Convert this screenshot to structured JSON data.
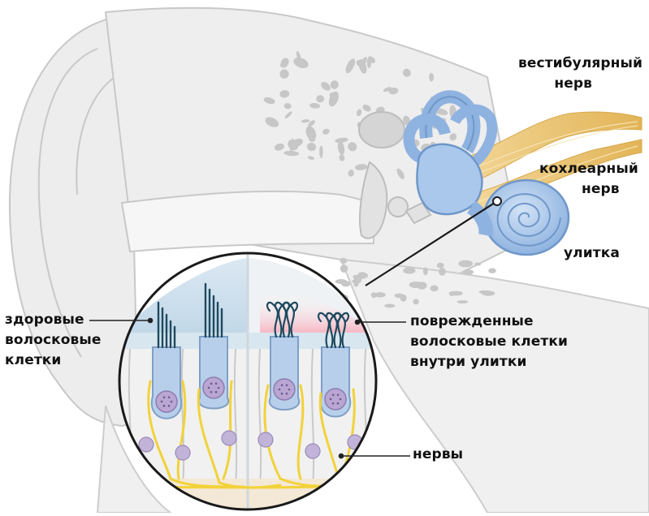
{
  "labels": {
    "vestibular_nerve": [
      "вестибулярный",
      "нерв"
    ],
    "cochlear_nerve": [
      "кохлеарный",
      "нерв"
    ],
    "cochlea": "улитка",
    "healthy_cells": [
      "здоровые",
      "волосковые",
      "клетки"
    ],
    "damaged_cells": [
      "поврежденные",
      "волосковые клетки",
      "внутри улитки"
    ],
    "nerves": "нервы"
  },
  "colors": {
    "anatomy_line": "#c9c9c9",
    "anatomy_fill": "#ececec",
    "bone_spot": "#c4c4c4",
    "cochlea_blue": "#a9c8ec",
    "cochlea_stroke": "#6f97c9",
    "nerve_yellow": "#e9c36a",
    "hair_cell": "#b5cdea",
    "nucleus": "#b9a7d0",
    "nerve_fiber": "#f2d23a",
    "damage_pink": "#f6b9c4",
    "stereocilia": "#1e4a5e"
  }
}
